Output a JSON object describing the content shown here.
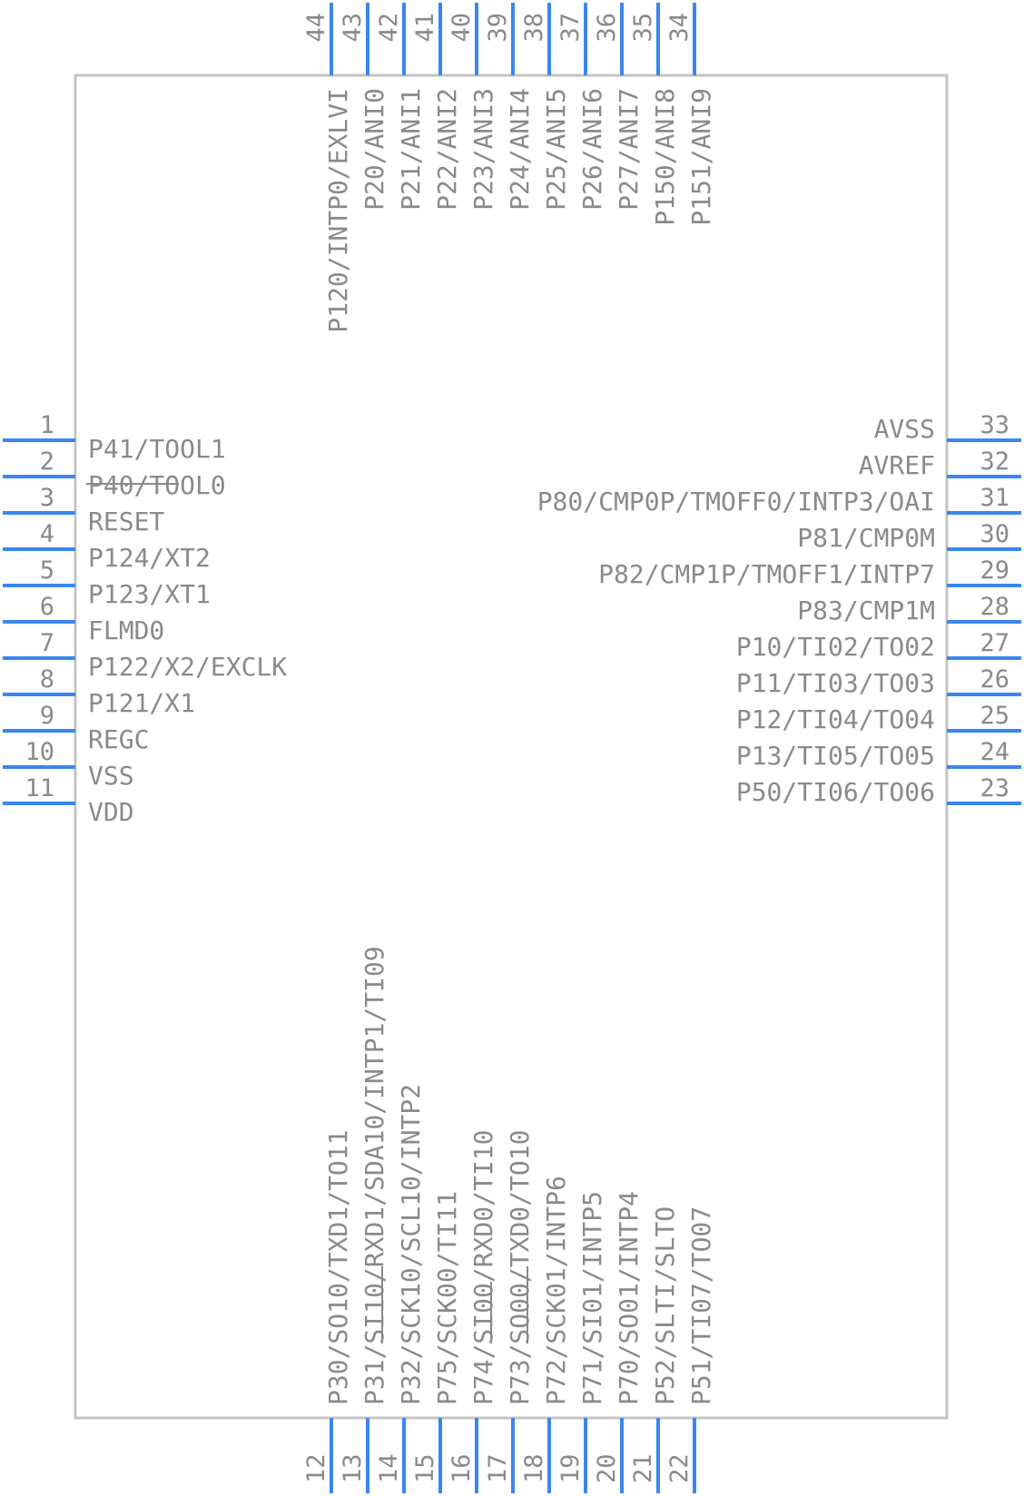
{
  "colors": {
    "pin_line": "#3a86f0",
    "body_outline": "#c4c4c4",
    "text": "#8a8a8a"
  },
  "pins": {
    "left": [
      {
        "num": "1",
        "label": "P41/TOOL1"
      },
      {
        "num": "2",
        "label": "P40/TOOL0"
      },
      {
        "num": "3",
        "label": "RESET",
        "overline": true
      },
      {
        "num": "4",
        "label": "P124/XT2"
      },
      {
        "num": "5",
        "label": "P123/XT1"
      },
      {
        "num": "6",
        "label": "FLMD0"
      },
      {
        "num": "7",
        "label": "P122/X2/EXCLK"
      },
      {
        "num": "8",
        "label": "P121/X1"
      },
      {
        "num": "9",
        "label": "REGC"
      },
      {
        "num": "10",
        "label": "VSS"
      },
      {
        "num": "11",
        "label": "VDD"
      }
    ],
    "right": [
      {
        "num": "33",
        "label": "AVSS"
      },
      {
        "num": "32",
        "label": "AVREF"
      },
      {
        "num": "31",
        "label": "P80/CMP0P/TMOFF0/INTP3/OAI"
      },
      {
        "num": "30",
        "label": "P81/CMP0M"
      },
      {
        "num": "29",
        "label": "P82/CMP1P/TMOFF1/INTP7"
      },
      {
        "num": "28",
        "label": "P83/CMP1M"
      },
      {
        "num": "27",
        "label": "P10/TI02/TO02"
      },
      {
        "num": "26",
        "label": "P11/TI03/TO03"
      },
      {
        "num": "25",
        "label": "P12/TI04/TO04"
      },
      {
        "num": "24",
        "label": "P13/TI05/TO05"
      },
      {
        "num": "23",
        "label": "P50/TI06/TO06"
      }
    ],
    "top": [
      {
        "num": "44",
        "label": "P120/INTP0/EXLVI"
      },
      {
        "num": "43",
        "label": "P20/ANI0"
      },
      {
        "num": "42",
        "label": "P21/ANI1"
      },
      {
        "num": "41",
        "label": "P22/ANI2"
      },
      {
        "num": "40",
        "label": "P23/ANI3"
      },
      {
        "num": "39",
        "label": "P24/ANI4"
      },
      {
        "num": "38",
        "label": "P25/ANI5"
      },
      {
        "num": "37",
        "label": "P26/ANI6"
      },
      {
        "num": "36",
        "label": "P27/ANI7"
      },
      {
        "num": "35",
        "label": "P150/ANI8"
      },
      {
        "num": "34",
        "label": "P151/ANI9"
      }
    ],
    "bottom": [
      {
        "num": "12",
        "label": "P30/SO10/TXD1/TO11"
      },
      {
        "num": "13",
        "label": "P31/SI10/RXD1/SDA10/INTP1/TI09"
      },
      {
        "num": "14",
        "label": "P32/SCK10/SCL10/INTP2"
      },
      {
        "num": "15",
        "label": "P75/SCK00/TI11"
      },
      {
        "num": "16",
        "label": "P74/SI00/RXD0/TI10"
      },
      {
        "num": "17",
        "label": "P73/SO00/TXD0/TO10"
      },
      {
        "num": "18",
        "label": "P72/SCK01/INTP6"
      },
      {
        "num": "19",
        "label": "P71/SI01/INTP5"
      },
      {
        "num": "20",
        "label": "P70/SO01/INTP4"
      },
      {
        "num": "21",
        "label": "P52/SLTI/SLTO"
      },
      {
        "num": "22",
        "label": "P51/TI07/TO07"
      }
    ]
  }
}
